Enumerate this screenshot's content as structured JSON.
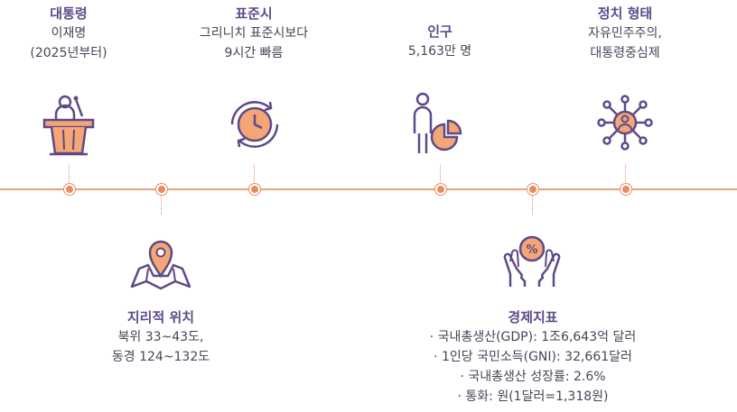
{
  "items": {
    "president": {
      "title": "대통령",
      "lines": [
        "이재명",
        "(2025년부터)"
      ],
      "icon": "podium-speaker-icon"
    },
    "time": {
      "title": "표준시",
      "lines": [
        "그리니치 표준시보다",
        "9시간 빠름"
      ],
      "icon": "clock-cycle-icon"
    },
    "population": {
      "title": "인구",
      "lines": [
        "5,163만 명"
      ],
      "icon": "person-pie-chart-icon"
    },
    "politics": {
      "title": "정치 형태",
      "lines": [
        "자유민주주의,",
        "대통령중심제"
      ],
      "icon": "network-person-icon"
    },
    "location": {
      "title": "지리적 위치",
      "lines": [
        "북위 33~43도,",
        "동경 124~132도"
      ],
      "icon": "map-pin-icon"
    },
    "economy": {
      "title": "경제지표",
      "lines": [
        "· 국내총생산(GDP): 1조6,643억 달러",
        "· 1인당 국민소득(GNI): 32,661달러",
        "· 국내총생산 성장률: 2.6%",
        "· 통화: 원(1달러=1,318원)"
      ],
      "icon": "hands-percent-icon"
    }
  },
  "colors": {
    "title": "#5d4a8b",
    "accent": "#e58e63",
    "outline": "#5d4a8b",
    "fill": "#f4a774"
  }
}
